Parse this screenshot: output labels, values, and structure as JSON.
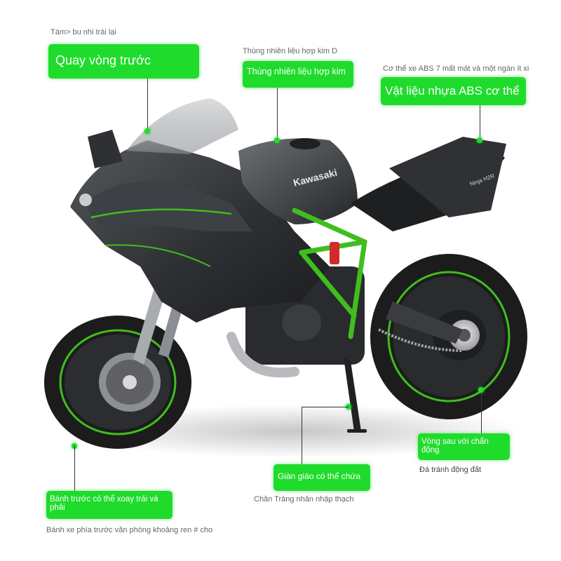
{
  "captions": {
    "top_left": "Tám> bu nhi trái lại",
    "fuel_tank_top": "Thùng nhiên liệu hợp kim D",
    "body_top": "Cơ thể xe ABS 7 mất mát và một ngàn ít xi",
    "rear_wheel_bottom": "Đá tránh động đất",
    "kickstand_bottom": "Chân Tràng nhân nhập thạch",
    "front_wheel_bottom": "Bánh xe phía trước văn phòng khoảng ren # cho"
  },
  "labels": {
    "front_turn": "Quay vòng trước",
    "fuel_tank": "Thùng nhiên liệu hợp kim",
    "abs_body": "Vật liệu nhựa ABS cơ thể",
    "rear_wheel": "Vòng sau với chấn động",
    "kickstand": "Giàn giáo có thể chứa",
    "front_wheel": "Bánh trước có thể xoay trái và phải"
  },
  "brand_text": {
    "tank_logo": "Kawasaki",
    "tail_logo": "Ninja H2R"
  },
  "colors": {
    "label_green": "#1fdc2c",
    "frame_green": "#3fbe1e",
    "body_dark": "#2b2d30",
    "tire": "#1c1c1c"
  }
}
